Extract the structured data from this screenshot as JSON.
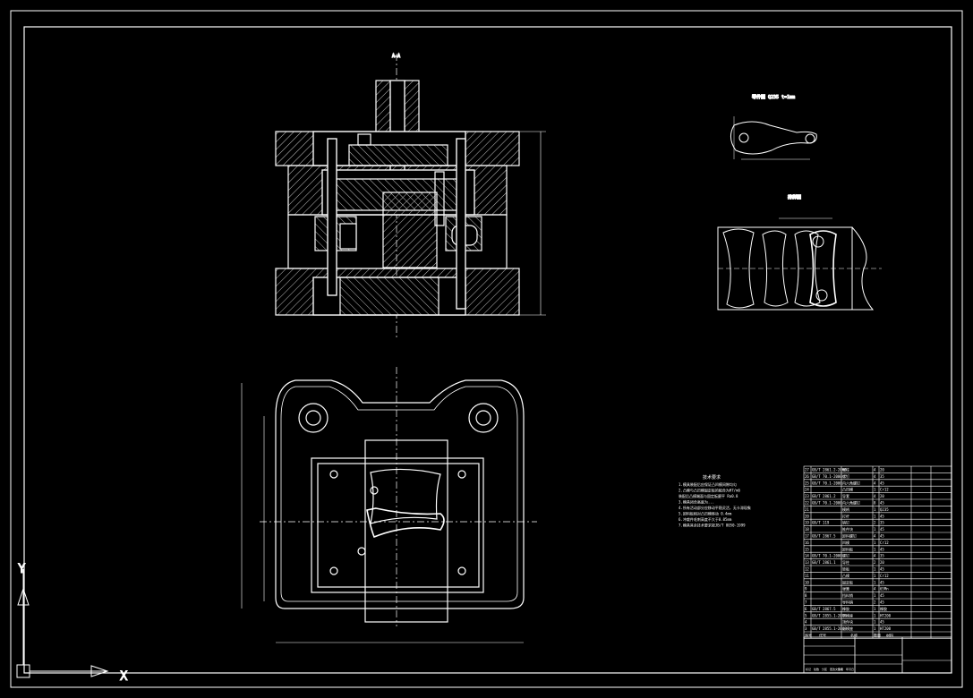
{
  "colors": {
    "background": "#000000",
    "stroke": "#ffffff",
    "hatch": "#bfbfbf"
  },
  "ucs": {
    "x_label": "X",
    "y_label": "Y"
  },
  "view_label_top": "A-A",
  "bill_of_materials": {
    "rows": [
      {
        "no": "27",
        "code": "GB/T 2861.2-2000",
        "name": "导柱",
        "qty": "4",
        "mat": "20"
      },
      {
        "no": "26",
        "code": "GB/T 70.1-2000",
        "name": "螺钉",
        "qty": "4",
        "mat": "35"
      },
      {
        "no": "25",
        "code": "GB/T 70.1-2000",
        "name": "内六角螺钉",
        "qty": "4",
        "mat": "45"
      },
      {
        "no": "24",
        "code": "",
        "name": "凸凹模",
        "qty": "1",
        "mat": "Cr12"
      },
      {
        "no": "23",
        "code": "GB/T 2861.2",
        "name": "导套",
        "qty": "4",
        "mat": "20"
      },
      {
        "no": "22",
        "code": "GB/T 70.1-2000",
        "name": "内六角螺钉",
        "qty": "8",
        "mat": "45"
      },
      {
        "no": "21",
        "code": "",
        "name": "模柄",
        "qty": "1",
        "mat": "Q235"
      },
      {
        "no": "20",
        "code": "",
        "name": "打杆",
        "qty": "1",
        "mat": "45"
      },
      {
        "no": "19",
        "code": "GB/T 119",
        "name": "销钉",
        "qty": "2",
        "mat": "35"
      },
      {
        "no": "18",
        "code": "",
        "name": "推件块",
        "qty": "1",
        "mat": "45"
      },
      {
        "no": "17",
        "code": "GB/T 2867.5",
        "name": "卸料螺钉",
        "qty": "4",
        "mat": "45"
      },
      {
        "no": "16",
        "code": "",
        "name": "凹模",
        "qty": "1",
        "mat": "Cr12"
      },
      {
        "no": "15",
        "code": "",
        "name": "卸料板",
        "qty": "1",
        "mat": "45"
      },
      {
        "no": "14",
        "code": "GB/T 70.1-2000",
        "name": "螺钉",
        "qty": "4",
        "mat": "35"
      },
      {
        "no": "13",
        "code": "GB/T 2861.1",
        "name": "导柱",
        "qty": "2",
        "mat": "20"
      },
      {
        "no": "12",
        "code": "",
        "name": "垫板",
        "qty": "1",
        "mat": "45"
      },
      {
        "no": "11",
        "code": "",
        "name": "凸模",
        "qty": "1",
        "mat": "Cr12"
      },
      {
        "no": "10",
        "code": "",
        "name": "固定板",
        "qty": "1",
        "mat": "45"
      },
      {
        "no": "9",
        "code": "",
        "name": "弹簧",
        "qty": "4",
        "mat": "65Mn"
      },
      {
        "no": "8",
        "code": "",
        "name": "挡料销",
        "qty": "1",
        "mat": "45"
      },
      {
        "no": "7",
        "code": "",
        "name": "导料销",
        "qty": "2",
        "mat": "45"
      },
      {
        "no": "6",
        "code": "GB/T 2867.5",
        "name": "橡胶",
        "qty": "1",
        "mat": "橡胶"
      },
      {
        "no": "5",
        "code": "GB/T 2855.1-2008",
        "name": "下模座",
        "qty": "1",
        "mat": "HT200"
      },
      {
        "no": "4",
        "code": "",
        "name": "顶件块",
        "qty": "1",
        "mat": "45"
      },
      {
        "no": "3",
        "code": "GB/T 2855.1-2008",
        "name": "上模座",
        "qty": "1",
        "mat": "HT200"
      }
    ],
    "header": [
      "序号",
      "代号",
      "名称",
      "数量",
      "材料"
    ]
  },
  "notes": {
    "title": "技术要求",
    "lines": [
      "1.模具装配后应保证凸凹模间隙均匀",
      "2.凸模与凸凹模固定板的配合为H7/m6",
      "  装配后凸模端面与固定板磨平 Ra0.8",
      "3.模具闭合高度为...",
      "4.所有活动部分应移动平稳灵活，无卡滞现象",
      "5.卸料板相对凸凹模移动 0.4mm",
      "6.冲裁件毛刺高度不大于0.05mm",
      "7.模具其余技术要求按JB/T 8050-1999"
    ]
  },
  "part_label": "零件图 Q235 t=1mm",
  "layout_label": "排样图",
  "title_block": {
    "labels": [
      "标记",
      "处数",
      "分区",
      "更改文件号",
      "签名",
      "年月日"
    ]
  }
}
